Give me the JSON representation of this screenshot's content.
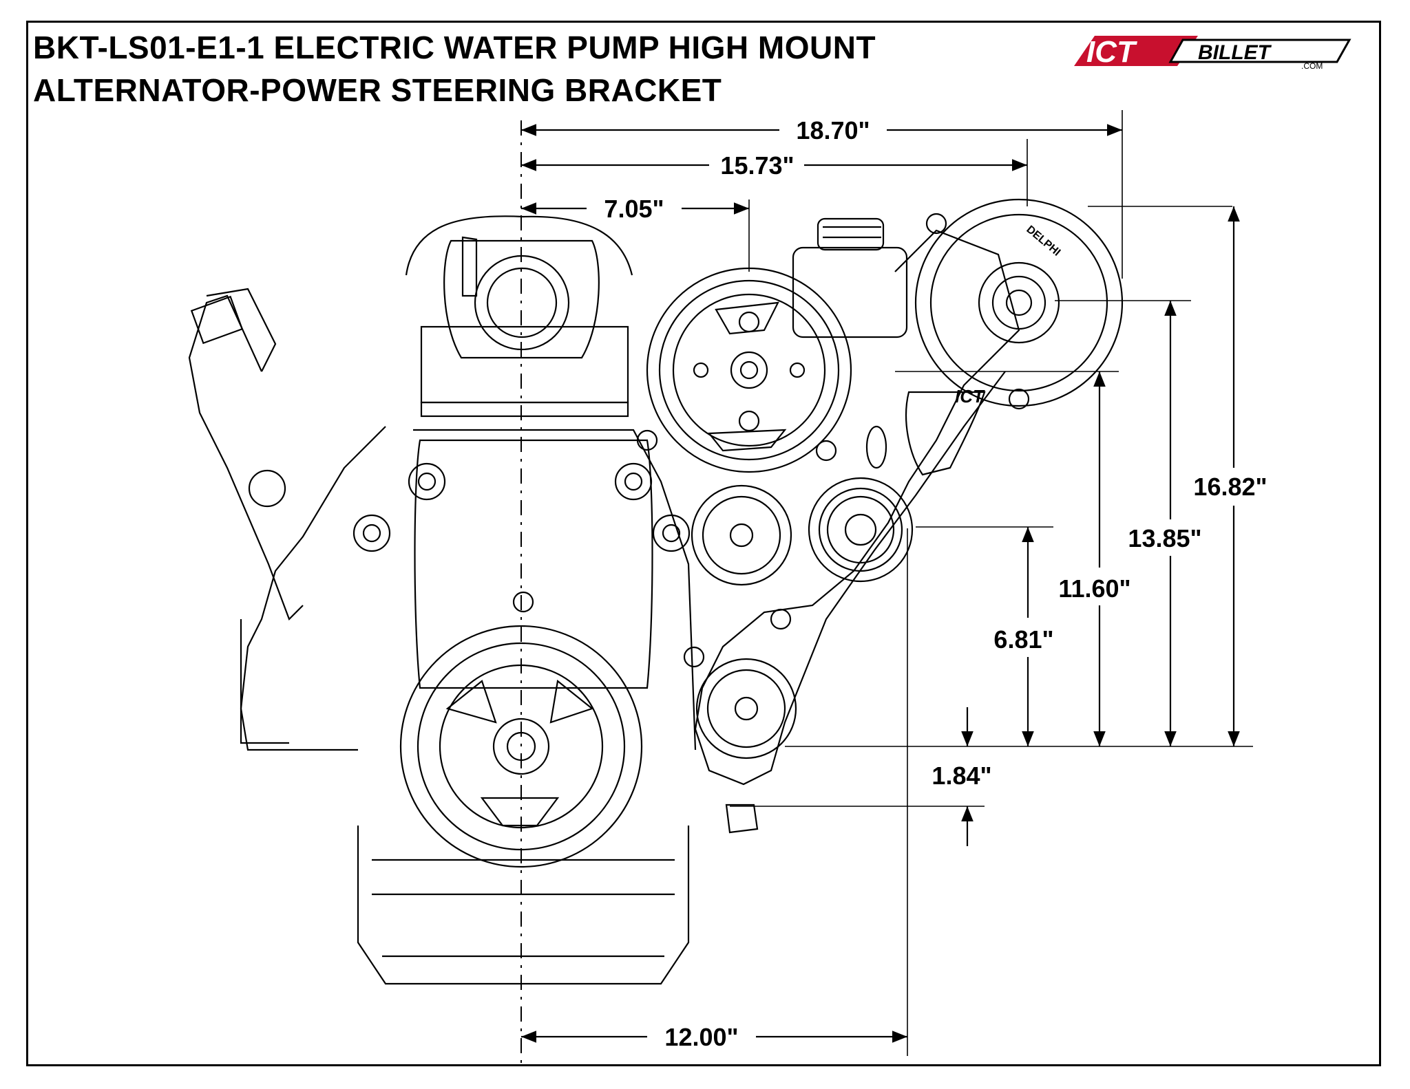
{
  "title": {
    "line1": "BKT-LS01-E1-1 ELECTRIC WATER PUMP HIGH MOUNT",
    "line2": "ALTERNATOR-POWER STEERING BRACKET"
  },
  "logo": {
    "brand": "ICT",
    "wordmark": "BILLET",
    "suffix": ".COM",
    "accent_color": "#c8102e"
  },
  "parts": {
    "bracket_stamp": "ICT",
    "alternator_brand": "DELPHI"
  },
  "dimensions": {
    "horizontal": {
      "d1870": "18.70\"",
      "d1573": "15.73\"",
      "d705": "7.05\"",
      "d1200": "12.00\""
    },
    "vertical": {
      "d1682": "16.82\"",
      "d1385": "13.85\"",
      "d1160": "11.60\"",
      "d681": "6.81\"",
      "d184": "1.84\""
    }
  },
  "colors": {
    "line": "#000000",
    "background": "#ffffff"
  }
}
